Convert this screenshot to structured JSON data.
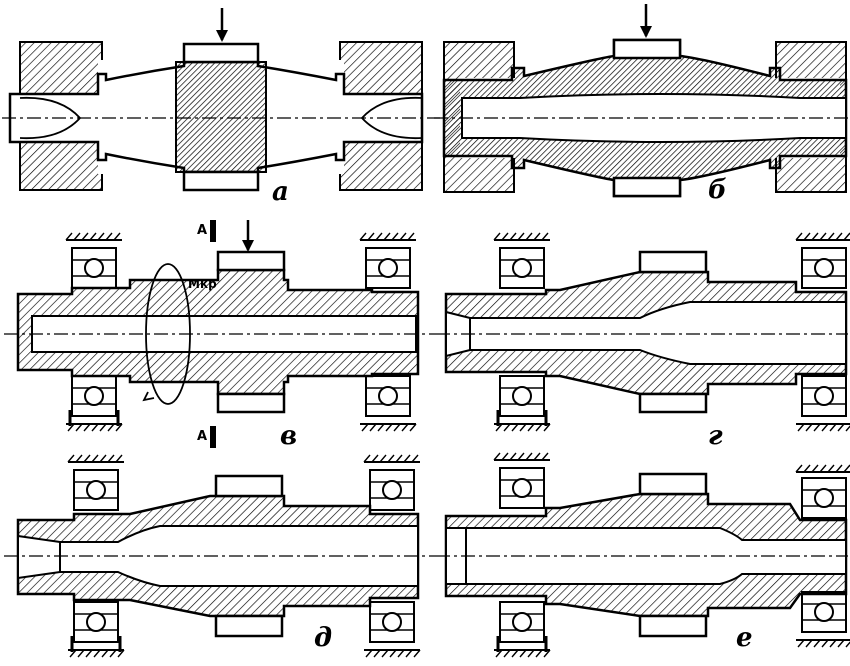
{
  "labels": {
    "a": "а",
    "b": "б",
    "v": "в",
    "g": "г",
    "d": "д",
    "e": "е"
  },
  "section": {
    "mark_top": "А",
    "mark_bottom": "А",
    "torque": "Mкр"
  },
  "colors": {
    "ink": "#000000",
    "paper": "#ffffff"
  }
}
